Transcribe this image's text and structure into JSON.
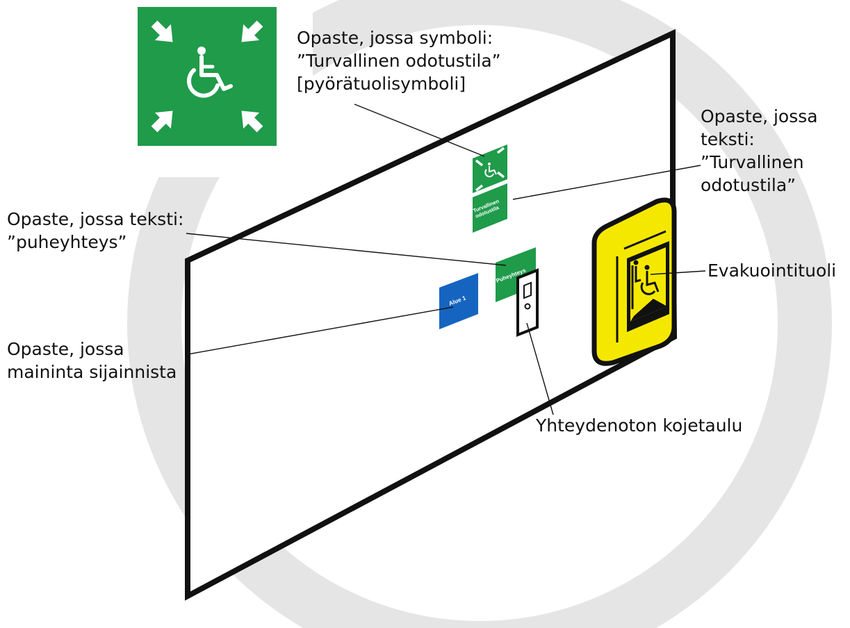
{
  "callouts": {
    "symbol_sign": {
      "lines": [
        "Opaste, jossa symboli:",
        "”Turvallinen odotustila”",
        "[pyörätuolisymboli]"
      ]
    },
    "text_sign": {
      "lines": [
        "Opaste, jossa",
        "teksti:",
        "”Turvallinen",
        "odotustila”"
      ]
    },
    "speech_sign": {
      "lines": [
        "Opaste, jossa teksti:",
        "”puheyhteys”"
      ]
    },
    "evac_chair": {
      "lines": [
        "Evakuointituoli"
      ]
    },
    "location_sign": {
      "lines": [
        "Opaste, jossa",
        "maininta sijainnista"
      ]
    },
    "panel": {
      "lines": [
        "Yhteydenoton kojetaulu"
      ]
    }
  },
  "wall_signs": {
    "waiting_area_text": [
      "Turvallinen",
      "odotustila"
    ],
    "speech_connection": "Puheyhteys",
    "area": "Alue 1"
  },
  "icons": {
    "assembly_sign": "wheelchair-assembly-point-icon",
    "evac_chair_icon": "evacuation-chair-icon"
  },
  "colors": {
    "sign_green": "#1f9b4a",
    "area_blue": "#1565c0",
    "chair_yellow": "#f5e800",
    "background_circle": "#e5e5e5",
    "outline": "#111111"
  }
}
